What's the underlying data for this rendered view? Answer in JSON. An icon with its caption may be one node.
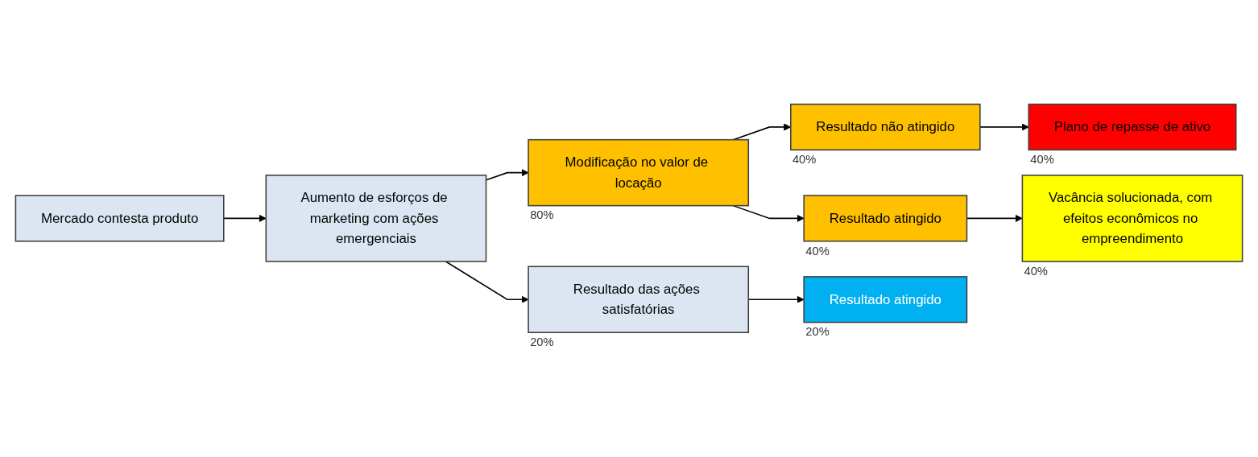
{
  "diagram": {
    "nodes": [
      {
        "text": [
          "Mercado contesta produto"
        ]
      },
      {
        "text": [
          "Aumento de esforços de marketing com ações emergenciais"
        ]
      },
      {
        "text": [
          "Modificação no valor de locação"
        ],
        "beside": [
          "80%"
        ]
      },
      {
        "text": [
          "Resultado das ações satisfatórias"
        ],
        "beside": [
          "20%"
        ]
      },
      {
        "text": [
          "Resultado não atingido"
        ],
        "beside": [
          "40%"
        ]
      },
      {
        "text": [
          "Resultado atingido"
        ],
        "beside": [
          "40%"
        ]
      },
      {
        "text": [
          "Plano de repasse de ativo"
        ],
        "beside": [
          "40%"
        ]
      },
      {
        "text": [
          "Vacância solucionada, com efeitos econômicos no empreendimento"
        ],
        "beside": [
          "40%"
        ]
      },
      {
        "text": [
          "Resultado atingido"
        ],
        "beside": [
          "20%"
        ]
      }
    ],
    "edges": [
      {
        "from": 0,
        "to": 1,
        "arrow": "to"
      },
      {
        "from": 1,
        "to": 2,
        "arrow": "to"
      },
      {
        "from": 1,
        "to": 3,
        "arrow": "to"
      },
      {
        "from": 2,
        "to": 4,
        "arrow": "to"
      },
      {
        "from": 2,
        "to": 5,
        "arrow": "to"
      },
      {
        "from": 4,
        "to": 6,
        "arrow": "to"
      },
      {
        "from": 5,
        "to": 7,
        "arrow": "to"
      },
      {
        "from": 3,
        "to": 8,
        "arrow": "to"
      }
    ]
  }
}
